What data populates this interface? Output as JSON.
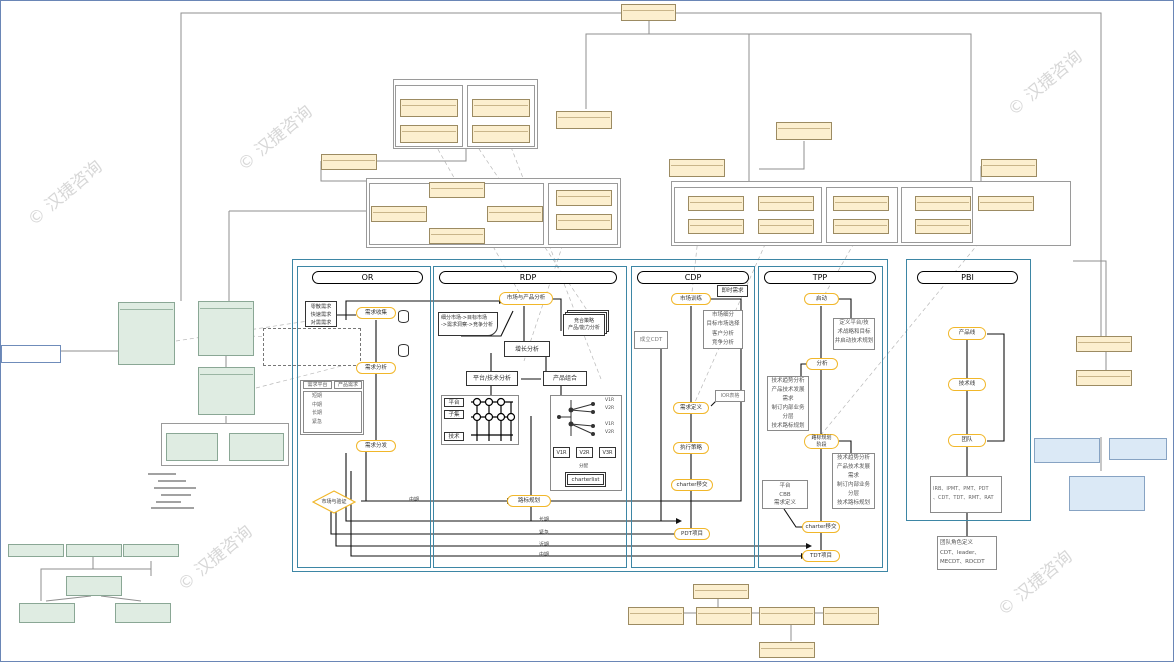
{
  "watermark": "© 汉捷咨询",
  "sections": {
    "or": "OR",
    "rdp": "RDP",
    "cdp": "CDP",
    "tpp": "TPP",
    "pbi": "PBI"
  },
  "or": {
    "demand_types": [
      "零散需求",
      "快速需求",
      "对需需求"
    ],
    "collect": "需求收集",
    "analyze": "需求分析",
    "allocate": "需求分发",
    "match_check": "市场与验证",
    "ladder_left": "需求平台",
    "ladder_right": "产品需求",
    "ladder_items": [
      "短期",
      "中期",
      "长期",
      "紧急"
    ]
  },
  "rdp": {
    "market_analysis": "市场与产品分析",
    "funnel_text": "细分市场->目标市场\n->需求洞察->竞争分析",
    "growth": "增长分析",
    "competitor": "竞合策略\n产品/能力分析",
    "platform_tech": "平台/技术分析",
    "portfolio": "产品组合",
    "stack_labels": [
      "平台",
      "子集",
      "技术"
    ],
    "version_labels": [
      "V1R",
      "V2R",
      "V3R"
    ],
    "tree_labels": [
      "V1R",
      "V2R",
      "V1R",
      "V2R"
    ],
    "chartlist": "charterlist",
    "relation": "分配",
    "roadmap": "路标规划"
  },
  "cdp": {
    "market_train": "市场训练",
    "instant_demand": "即时需求",
    "list_text": "市场细分\n目标市场选择\n客户分析\n竞争分析",
    "cdt": "成立CDT",
    "demand_def": "需求定义",
    "ior": "IOR表格",
    "exec_strategy": "执行策略",
    "charter_submit": "charter移交",
    "pdt": "PDT项目"
  },
  "tpp": {
    "start": "启动",
    "define_text": "定义平台/技\n术战略和目标\n并启动技术规划",
    "analyze": "分析",
    "analysis_text": "技术趋势分析\n产品技术发展\n需求\n制订内部业务\n分层\n技术路标规划",
    "plan": "路标规划\n阶段",
    "plan_text": "技术趋势分析\n产品技术发展\n需求\n制订内部业务\n分层\n技术路标规划",
    "platform_box": "平台\nCBB\n需求定义",
    "charter": "charter移交",
    "tdt": "TDT项目"
  },
  "pbi": {
    "product_line": "产品线",
    "tech_line": "技术线",
    "team": "团队",
    "roles": "IRB、IPMT、PMT、PDT\n、CDT、TDT、RMT、RAT",
    "role_def": "团队角色定义\nCDT、leader、\nMECDT、RDCDT"
  },
  "flow_labels": {
    "midterm": "中期",
    "longterm": "长期",
    "urgent": "紧急",
    "short": "近期",
    "midterm2": "中期"
  }
}
